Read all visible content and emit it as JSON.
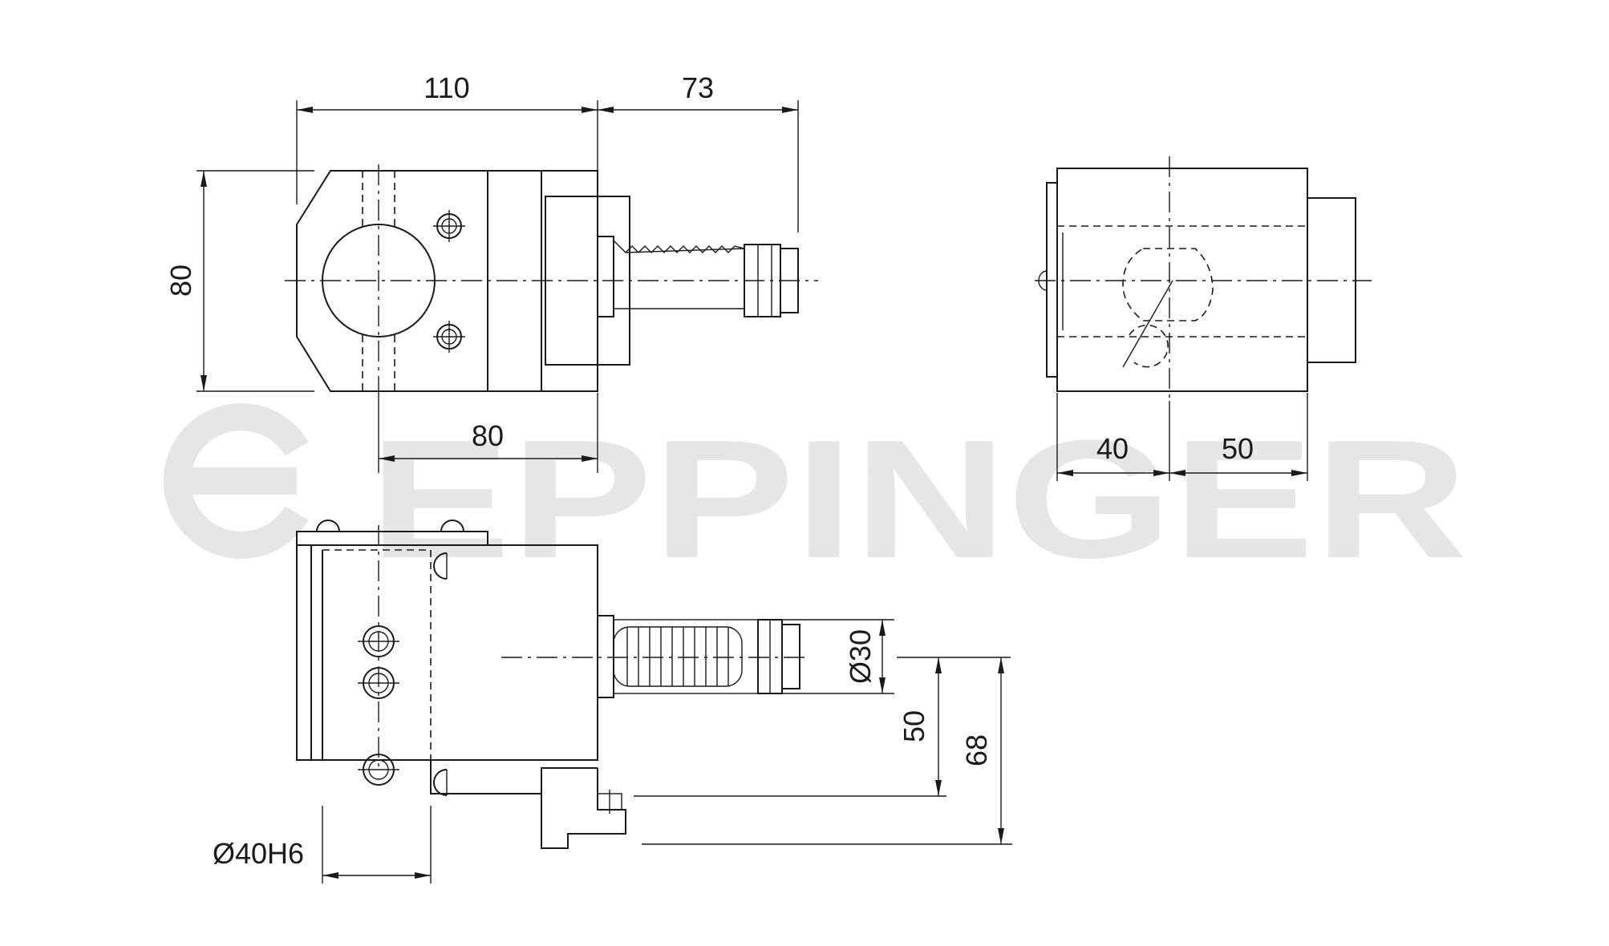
{
  "watermark": {
    "text": "EPPINGER",
    "color": "#e6e6e6"
  },
  "line_color": "#1a1a1a",
  "dimensions": {
    "top_width": "110",
    "shank_length": "73",
    "height_80": "80",
    "bottom_80": "80",
    "side_40": "40",
    "side_50": "50",
    "dia_30": "Ø30",
    "vert_50": "50",
    "vert_68": "68",
    "dia_40h6": "Ø40H6"
  }
}
